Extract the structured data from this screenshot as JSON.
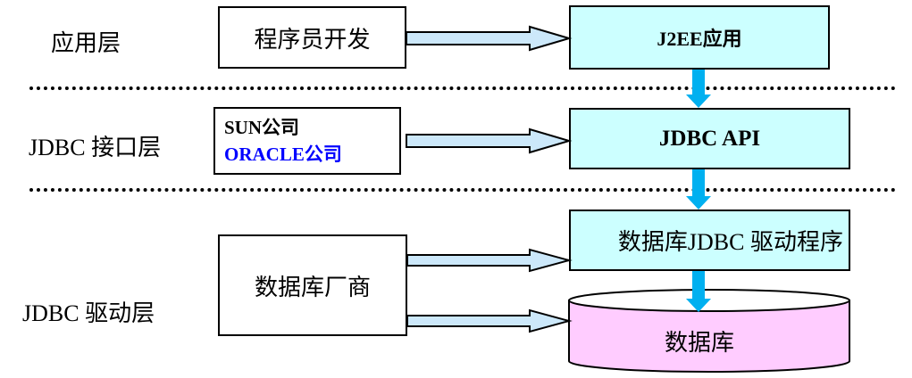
{
  "layers": [
    {
      "label": "应用层"
    },
    {
      "label": "JDBC 接口层"
    },
    {
      "label": "JDBC 驱动层"
    }
  ],
  "sources": {
    "developer": "程序员开发",
    "vendors_line1": "SUN公司",
    "vendors_line2": "ORACLE公司",
    "db_vendor": "数据库厂商"
  },
  "stack": {
    "j2ee": "J2EE应用",
    "jdbc_api": "JDBC API",
    "driver": "数据库JDBC 驱动程序",
    "database": "数据库"
  },
  "colors": {
    "stack_box": "#ccffff",
    "database": "#ffccff",
    "arrow_fill": "#cce8fa",
    "down_arrow": "#00b0f0",
    "oracle_text": "#0000ff"
  }
}
